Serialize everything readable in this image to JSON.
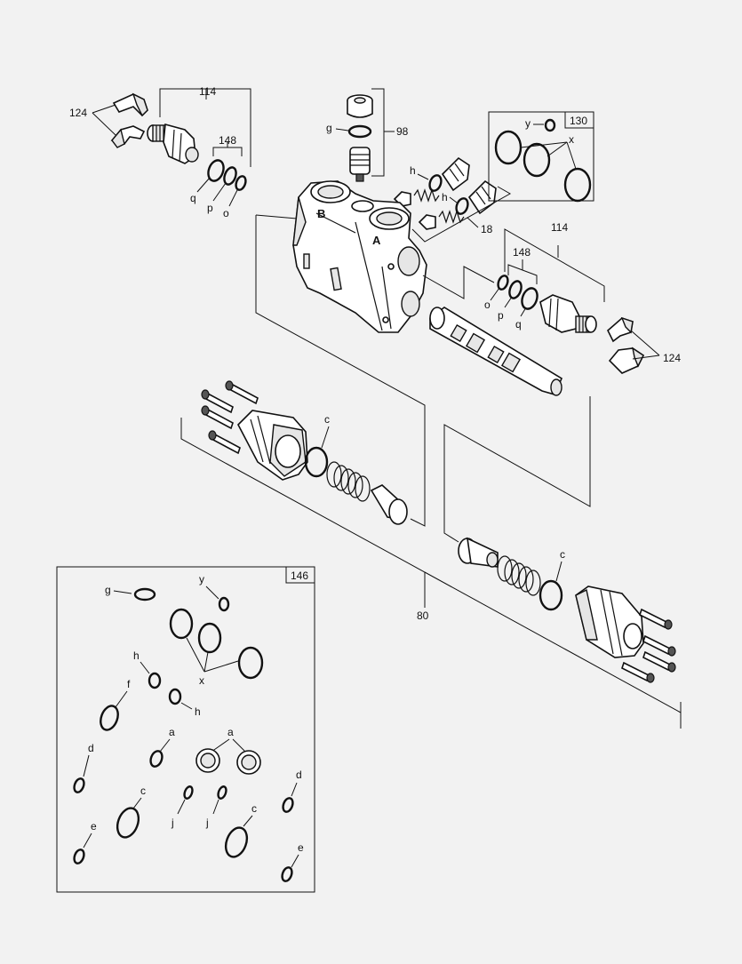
{
  "labels": {
    "l114a": "114",
    "l124a": "124",
    "l148a": "148",
    "q1": "q",
    "p1": "p",
    "o1": "o",
    "g1": "g",
    "l98": "98",
    "h1": "h",
    "h2": "h",
    "l18": "18",
    "y1": "y",
    "l130": "130",
    "x1": "x",
    "portB": "B",
    "portA": "A",
    "l114b": "114",
    "l148b": "148",
    "o2": "o",
    "p2": "p",
    "q2": "q",
    "l124b": "124",
    "c1": "c",
    "c2": "c",
    "l80": "80",
    "l146": "146",
    "k_g": "g",
    "k_y": "y",
    "k_x": "x",
    "k_h1": "h",
    "k_h2": "h",
    "k_f": "f",
    "k_a1": "a",
    "k_a2": "a",
    "k_d1": "d",
    "k_d2": "d",
    "k_c1": "c",
    "k_c2": "c",
    "k_j1": "j",
    "k_j2": "j",
    "k_e1": "e",
    "k_e2": "e"
  }
}
